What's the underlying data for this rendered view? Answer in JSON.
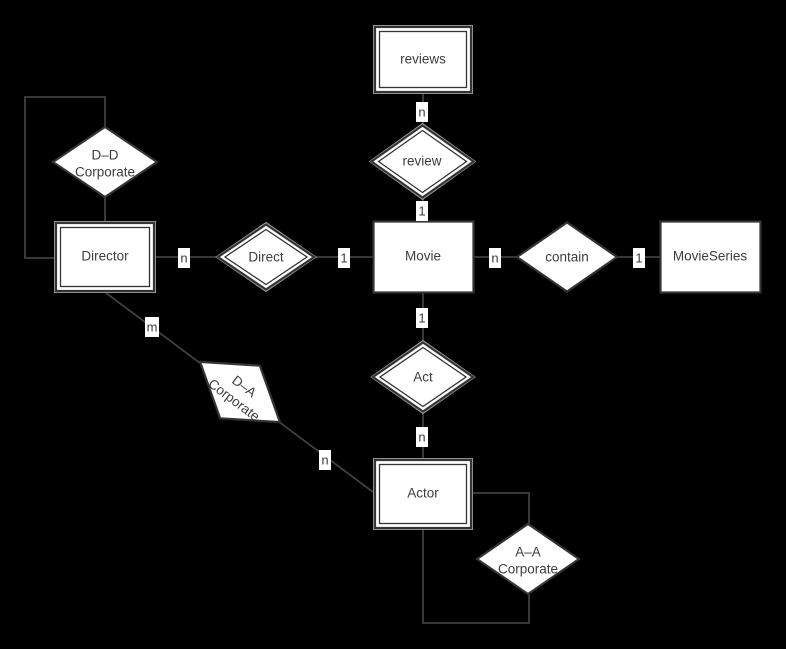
{
  "diagram_kind": "entity-relationship",
  "colors": {
    "background": "#000000",
    "shape_fill": "#ffffff",
    "border": "#343434",
    "weak_outline": "#9a9a9a",
    "edge_line": "#3f3f3f",
    "text": "#3d3d3d",
    "cardinality_chip_bg": "#ffffff"
  },
  "nodes": {
    "reviews": {
      "kind": "entity",
      "weak": true,
      "label": "reviews"
    },
    "review": {
      "kind": "relationship",
      "weak": true,
      "label": "review"
    },
    "movie": {
      "kind": "entity",
      "weak": false,
      "label": "Movie"
    },
    "direct": {
      "kind": "relationship",
      "weak": true,
      "label": "Direct"
    },
    "director": {
      "kind": "entity",
      "weak": true,
      "label": "Director"
    },
    "dd_corporate": {
      "kind": "relationship",
      "weak": false,
      "line1": "D–D",
      "line2": "Corporate"
    },
    "contain": {
      "kind": "relationship",
      "weak": false,
      "label": "contain"
    },
    "movieseries": {
      "kind": "entity",
      "weak": false,
      "label": "MovieSeries"
    },
    "act": {
      "kind": "relationship",
      "weak": true,
      "label": "Act"
    },
    "actor": {
      "kind": "entity",
      "weak": true,
      "label": "Actor"
    },
    "da_corporate": {
      "kind": "relationship",
      "weak": false,
      "line1": "D–A",
      "line2": "Corporate"
    },
    "aa_corporate": {
      "kind": "relationship",
      "weak": false,
      "line1": "A–A",
      "line2": "Corporate"
    }
  },
  "cardinalities": {
    "reviews_review": "n",
    "review_movie": "1",
    "director_direct": "n",
    "direct_movie": "1",
    "movie_contain": "n",
    "contain_movieseries": "1",
    "movie_act": "1",
    "act_actor": "n",
    "director_da": "m",
    "da_actor": "n"
  }
}
